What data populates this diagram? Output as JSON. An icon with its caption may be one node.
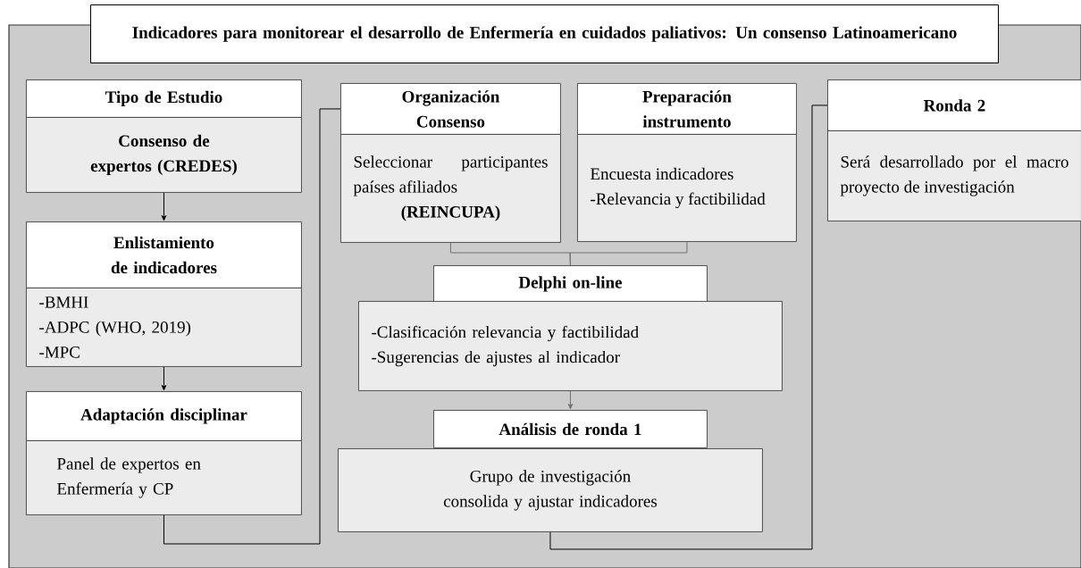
{
  "diagram": {
    "title": "Indicadores para monitorear el desarrollo de Enfermería en cuidados paliativos: Un consenso Latinoamericano",
    "nodes": [
      {
        "text": [
          "Tipo de Estudio"
        ]
      },
      {
        "text": [
          "Consenso de expertos (CREDES)"
        ]
      },
      {
        "text": [
          "Enlistamiento de indicadores"
        ]
      },
      {
        "text": [
          "-BMHI",
          "-ADPC (WHO, 2019)",
          "-MPC"
        ]
      },
      {
        "text": [
          "Adaptación disciplinar"
        ]
      },
      {
        "text": [
          "Panel de expertos en Enfermería y CP"
        ]
      },
      {
        "text": [
          "Organización Consenso"
        ]
      },
      {
        "text": [
          "Seleccionar participantes países afiliados",
          "(REINCUPA)"
        ]
      },
      {
        "text": [
          "Preparación instrumento"
        ]
      },
      {
        "text": [
          "Encuesta indicadores",
          "-Relevancia y factibilidad"
        ]
      },
      {
        "text": [
          "Delphi on-line"
        ]
      },
      {
        "text": [
          "-Clasificación relevancia y factibilidad",
          "-Sugerencias de ajustes al indicador"
        ]
      },
      {
        "text": [
          "Análisis de ronda 1"
        ]
      },
      {
        "text": [
          "Grupo de investigación consolida y ajustar indicadores"
        ]
      },
      {
        "text": [
          "Ronda 2"
        ]
      },
      {
        "text": [
          "Será desarrollado por el macro proyecto de investigación"
        ]
      }
    ],
    "edges": [
      {
        "from": 1,
        "to": 2,
        "arrow": "to"
      },
      {
        "from": 3,
        "to": 4,
        "arrow": "to"
      },
      {
        "from": 5,
        "to": 6,
        "arrow": "none"
      },
      {
        "from": 7,
        "to": 10,
        "arrow": "none",
        "color": "#707070"
      },
      {
        "from": 9,
        "to": 10,
        "arrow": "none",
        "color": "#707070"
      },
      {
        "from": 11,
        "to": 12,
        "arrow": "to",
        "color": "#707070"
      },
      {
        "from": 13,
        "to": 14,
        "arrow": "none"
      }
    ]
  }
}
